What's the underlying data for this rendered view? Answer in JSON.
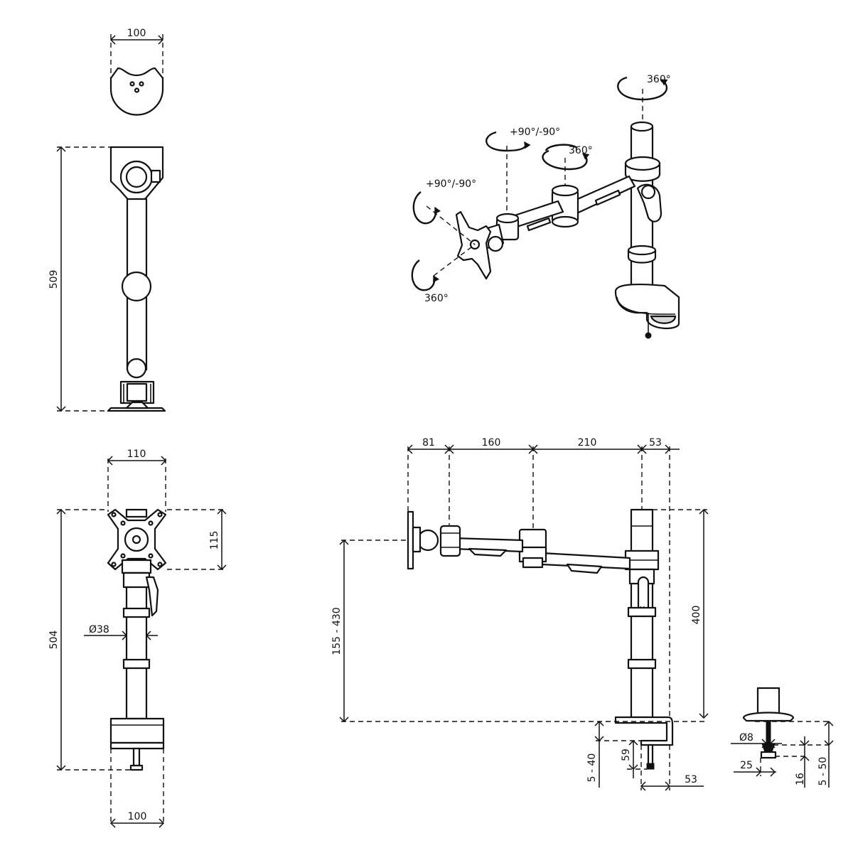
{
  "top_view": {
    "width": "100"
  },
  "side_view": {
    "height": "509"
  },
  "front_view": {
    "plate_width": "110",
    "plate_height": "115",
    "height": "504",
    "pole_diameter": "Ø38",
    "base_width": "100"
  },
  "perspective": {
    "rot_top": "360°",
    "rot_mid_tilt": "+90°/-90°",
    "rot_mid": "360°",
    "rot_head_tilt": "+90°/-90°",
    "rot_head": "360°"
  },
  "elevation": {
    "seg1": "81",
    "seg2": "160",
    "seg3": "210",
    "seg4": "53",
    "reach": "155 - 430",
    "pole_height": "400",
    "clamp_gap": "5 - 40",
    "clamp_depth": "59",
    "clamp_width": "53"
  },
  "grommet": {
    "bolt": "Ø8",
    "offset": "25",
    "washer": "16",
    "desk": "5 - 50"
  }
}
